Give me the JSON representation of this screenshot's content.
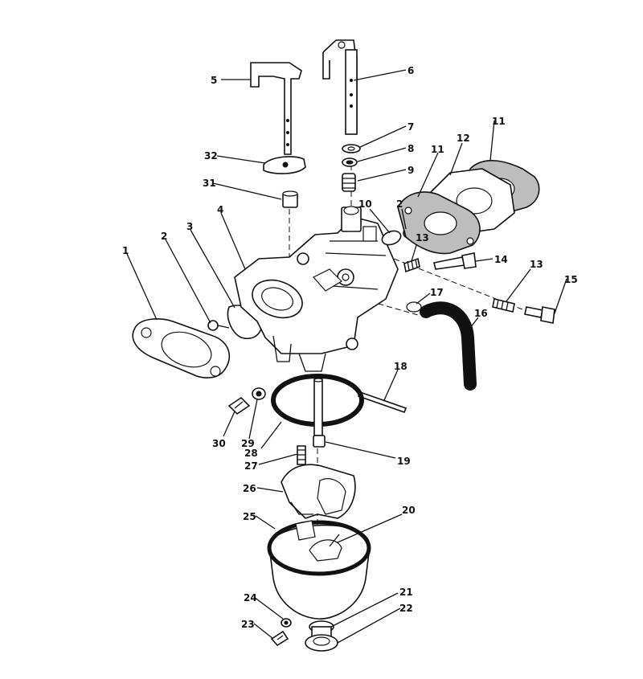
{
  "callouts": [
    {
      "id": "c1",
      "text": "1"
    },
    {
      "id": "c2a",
      "text": "2"
    },
    {
      "id": "c2b",
      "text": "2"
    },
    {
      "id": "c3",
      "text": "3"
    },
    {
      "id": "c4",
      "text": "4"
    },
    {
      "id": "c5",
      "text": "5"
    },
    {
      "id": "c6",
      "text": "6"
    },
    {
      "id": "c7",
      "text": "7"
    },
    {
      "id": "c8",
      "text": "8"
    },
    {
      "id": "c9",
      "text": "9"
    },
    {
      "id": "c10",
      "text": "10"
    },
    {
      "id": "c11a",
      "text": "11"
    },
    {
      "id": "c11b",
      "text": "11"
    },
    {
      "id": "c12",
      "text": "12"
    },
    {
      "id": "c13a",
      "text": "13"
    },
    {
      "id": "c13b",
      "text": "13"
    },
    {
      "id": "c14",
      "text": "14"
    },
    {
      "id": "c15",
      "text": "15"
    },
    {
      "id": "c16",
      "text": "16"
    },
    {
      "id": "c17",
      "text": "17"
    },
    {
      "id": "c18",
      "text": "18"
    },
    {
      "id": "c19",
      "text": "19"
    },
    {
      "id": "c20",
      "text": "20"
    },
    {
      "id": "c21",
      "text": "21"
    },
    {
      "id": "c22",
      "text": "22"
    },
    {
      "id": "c23",
      "text": "23"
    },
    {
      "id": "c24",
      "text": "24"
    },
    {
      "id": "c25",
      "text": "25"
    },
    {
      "id": "c26",
      "text": "26"
    },
    {
      "id": "c27",
      "text": "27"
    },
    {
      "id": "c28",
      "text": "28"
    },
    {
      "id": "c29",
      "text": "29"
    },
    {
      "id": "c30",
      "text": "30"
    },
    {
      "id": "c31",
      "text": "31"
    },
    {
      "id": "c32",
      "text": "32"
    }
  ]
}
